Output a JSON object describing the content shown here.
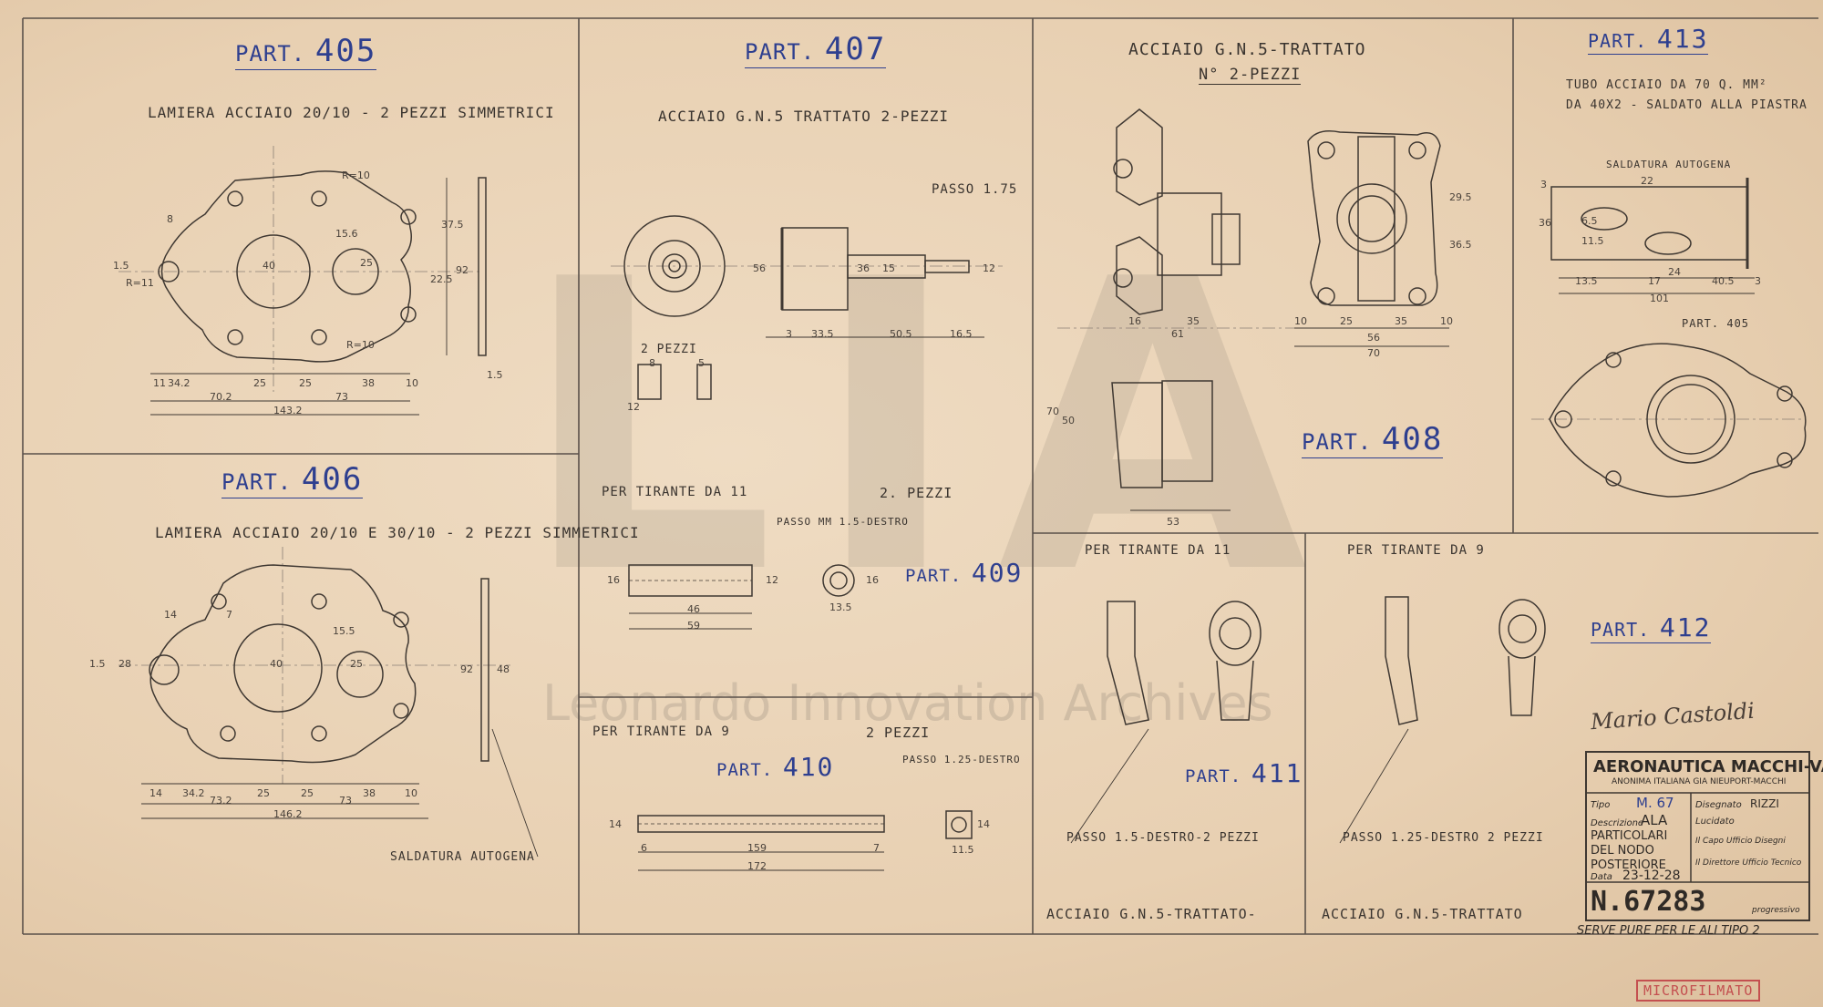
{
  "parts": {
    "p405": {
      "label": "PART.",
      "num": "405",
      "spec": "LAMIERA ACCIAIO 20/10 - 2 PEZZI SIMMETRICI"
    },
    "p406": {
      "label": "PART.",
      "num": "406",
      "spec": "LAMIERA ACCIAIO 20/10 e 30/10 - 2 PEZZI SIMMETRICI",
      "note": "SALDATURA AUTOGENA"
    },
    "p407": {
      "label": "PART.",
      "num": "407",
      "spec": "ACCIAIO G.N.5 TRATTATO 2-PEZZI",
      "passo": "PASSO 1.75",
      "sub": "2 PEZZI"
    },
    "p408": {
      "label": "PART.",
      "num": "408",
      "spec1": "ACCIAIO G.N.5-TRATTATO",
      "spec2": "N° 2-PEZZI"
    },
    "p409": {
      "label": "PART.",
      "num": "409",
      "spec": "PER TIRANTE DA 11",
      "pezzi": "2. PEZZI",
      "passo": "PASSO mm 1.5-DESTRO"
    },
    "p410": {
      "label": "PART.",
      "num": "410",
      "spec": "PER TIRANTE DA 9",
      "pezzi": "2 PEZZI",
      "passo": "PASSO 1.25-DESTRO"
    },
    "p411": {
      "label": "PART.",
      "num": "411",
      "spec": "PER TIRANTE DA 11",
      "passo": "PASSO 1.5-DESTRO-2 PEZZI",
      "mat": "ACCIAIO G.N.5-TRATTATO-"
    },
    "p412": {
      "label": "PART.",
      "num": "412",
      "spec": "PER TIRANTE DA 9",
      "passo": "PASSO 1.25-DESTRO 2 PEZZI",
      "mat": "ACCIAIO G.N.5-TRATTATO"
    },
    "p413": {
      "label": "PART.",
      "num": "413",
      "spec1": "TUBO ACCIAIO DA 70 Q. mm²",
      "spec2": "DA 40x2 - SALDATO ALLA PIASTRA",
      "weld": "SALDATURA AUTOGENA",
      "ref": "PART. 405"
    }
  },
  "dims": {
    "d405": [
      "8",
      "1.5",
      "R=11",
      "R=10",
      "15.6",
      "40",
      "25",
      "22.5",
      "92",
      "37.5",
      "R=10",
      "34.2",
      "25",
      "25",
      "38",
      "10",
      "70.2",
      "73",
      "143.2",
      "1.5",
      "11"
    ],
    "d406": [
      "14",
      "7",
      "15.5",
      "25",
      "40",
      "92",
      "48",
      "1.5",
      "28",
      "34.2",
      "25",
      "25",
      "38",
      "10",
      "73.2",
      "73",
      "146.2",
      "14"
    ],
    "d407": [
      "56",
      "36",
      "15",
      "12",
      "3",
      "33.5",
      "50.5",
      "16.5",
      "8",
      "5",
      "12"
    ],
    "d408": [
      "16",
      "35",
      "61",
      "56",
      "70",
      "53",
      "29.5",
      "36.5",
      "70",
      "50",
      "10",
      "25",
      "35",
      "10"
    ],
    "d409": [
      "16",
      "46",
      "59",
      "13.5",
      "16",
      "12"
    ],
    "d410": [
      "14",
      "6",
      "159",
      "172",
      "7",
      "14",
      "11.5"
    ],
    "d413": [
      "22",
      "6.5",
      "11.5",
      "13.5",
      "17",
      "24",
      "40.5",
      "101",
      "3",
      "36",
      "3"
    ]
  },
  "title_block": {
    "company": "AERONAUTICA MACCHI-VARESE",
    "company_sub": "ANONIMA ITALIANA GIA NIEUPORT-MACCHI",
    "tipo_label": "Tipo",
    "tipo": "M. 67",
    "desc_label": "Descrizione",
    "desc1": "ALA",
    "desc2": "PARTICOLARI",
    "desc3": "DEL NODO",
    "desc4": "POSTERIORE",
    "date_label": "Data",
    "date": "23-12-28",
    "disegnato": "Disegnato",
    "disegnato_val": "RIZZI",
    "lucidato": "Lucidato",
    "capo": "Il Capo Ufficio Disegni",
    "direttore": "Il Direttore Ufficio Tecnico",
    "number": "N.67283",
    "number_sub": "progressivo",
    "note": "SERVE PURE PER LE ALI TIPO 2"
  },
  "signature": "Mario Castoldi",
  "stamp": "MICROFILMATO",
  "watermark": {
    "letters": "LIA",
    "sub": "Leonardo Innovation Archives"
  }
}
